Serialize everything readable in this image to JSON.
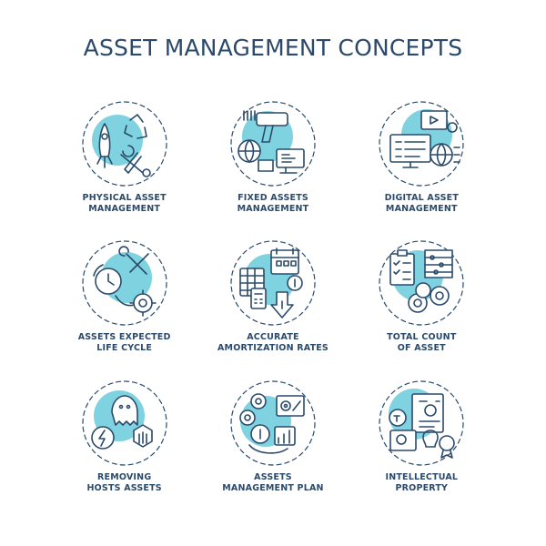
{
  "title": "ASSET MANAGEMENT CONCEPTS",
  "accent_color": "#7fd3e0",
  "line_color": "#2b4a6b",
  "concepts": [
    {
      "line1": "PHYSICAL ASSET",
      "line2": "MANAGEMENT",
      "icon": "rocket-recycle-tools-icon"
    },
    {
      "line1": "FIXED ASSETS",
      "line2": "MANAGEMENT",
      "icon": "scanner-globe-monitor-icon"
    },
    {
      "line1": "DIGITAL ASSET",
      "line2": "MANAGEMENT",
      "icon": "monitor-media-globe-icon"
    },
    {
      "line1": "ASSETS EXPECTED",
      "line2": "LIFE CYCLE",
      "icon": "clock-tools-gear-icon"
    },
    {
      "line1": "ACCURATE",
      "line2": "AMORTIZATION RATES",
      "icon": "calendar-calculator-coin-icon"
    },
    {
      "line1": "TOTAL COUNT",
      "line2": "OF ASSET",
      "icon": "clipboard-abacus-gears-icon"
    },
    {
      "line1": "REMOVING",
      "line2": "HOSTS ASSETS",
      "icon": "ghost-hand-stop-icon"
    },
    {
      "line1": "ASSETS",
      "line2": "MANAGEMENT PLAN",
      "icon": "gears-target-coins-icon"
    },
    {
      "line1": "INTELLECTUAL",
      "line2": "PROPERTY",
      "icon": "trademark-patent-certificate-icon"
    }
  ]
}
